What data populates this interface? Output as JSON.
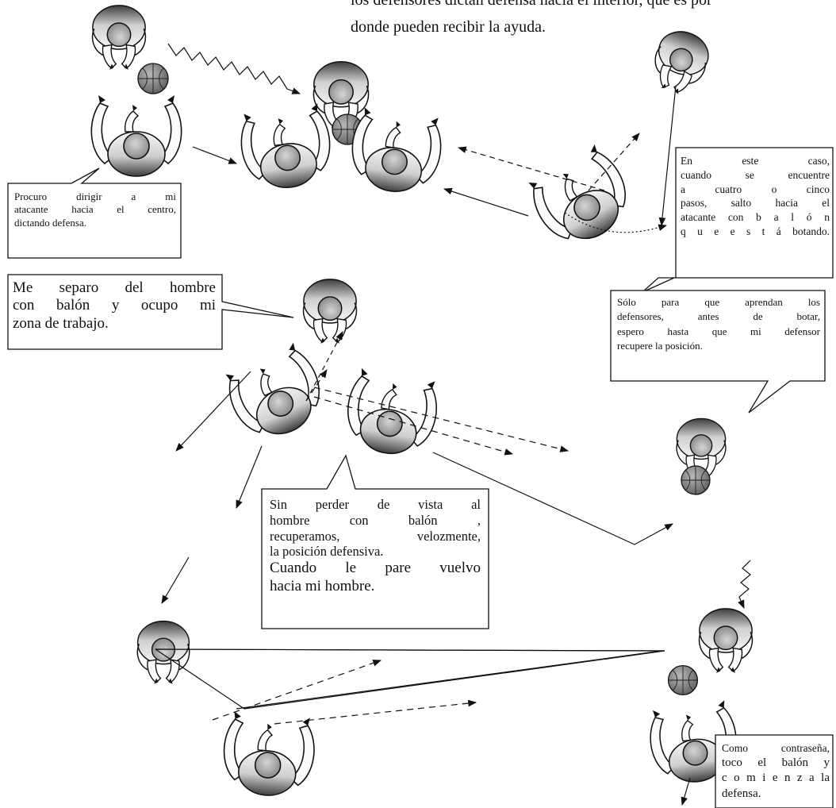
{
  "header_text": {
    "line1": "los defensores dictan defensa hacia el interior, que es por",
    "line2": "donde pueden recibir la ayuda."
  },
  "callouts": {
    "dirigir": [
      "Procuro  dirigir  a  mi",
      "atacante hacia el centro,",
      "dictando defensa."
    ],
    "salto": [
      "En        este       caso,",
      "cuando se encuentre",
      "a  cuatro  o  cinco",
      "pasos, salto hacia el",
      "atacante con b a l ó n",
      "q u e e s t á botando."
    ],
    "separo": [
      "Me separo del hombre",
      "con balón y ocupo mi",
      "zona de trabajo."
    ],
    "aprendan": [
      "Sólo para que aprendan los",
      "defensores, antes de botar,",
      "espero hasta que mi defensor",
      "recupere la posición."
    ],
    "recuperamos": [
      "Sin  perder  de  vista  al",
      "hombre    con    balón    ,",
      "recuperamos, velozmente,",
      "la posición defensiva."
    ],
    "cuando_pare": [
      "Cuando le pare vuelvo",
      "hacia mi hombre."
    ],
    "contrasena": [
      "Como      contraseña,",
      "toco el balón   y",
      "c o m i e n z a  la",
      "defensa."
    ]
  },
  "colors": {
    "ink": "#111111",
    "ball": "#8a8a8a",
    "skin": "#f4f4f4",
    "shadow": "#5a5a5a"
  }
}
